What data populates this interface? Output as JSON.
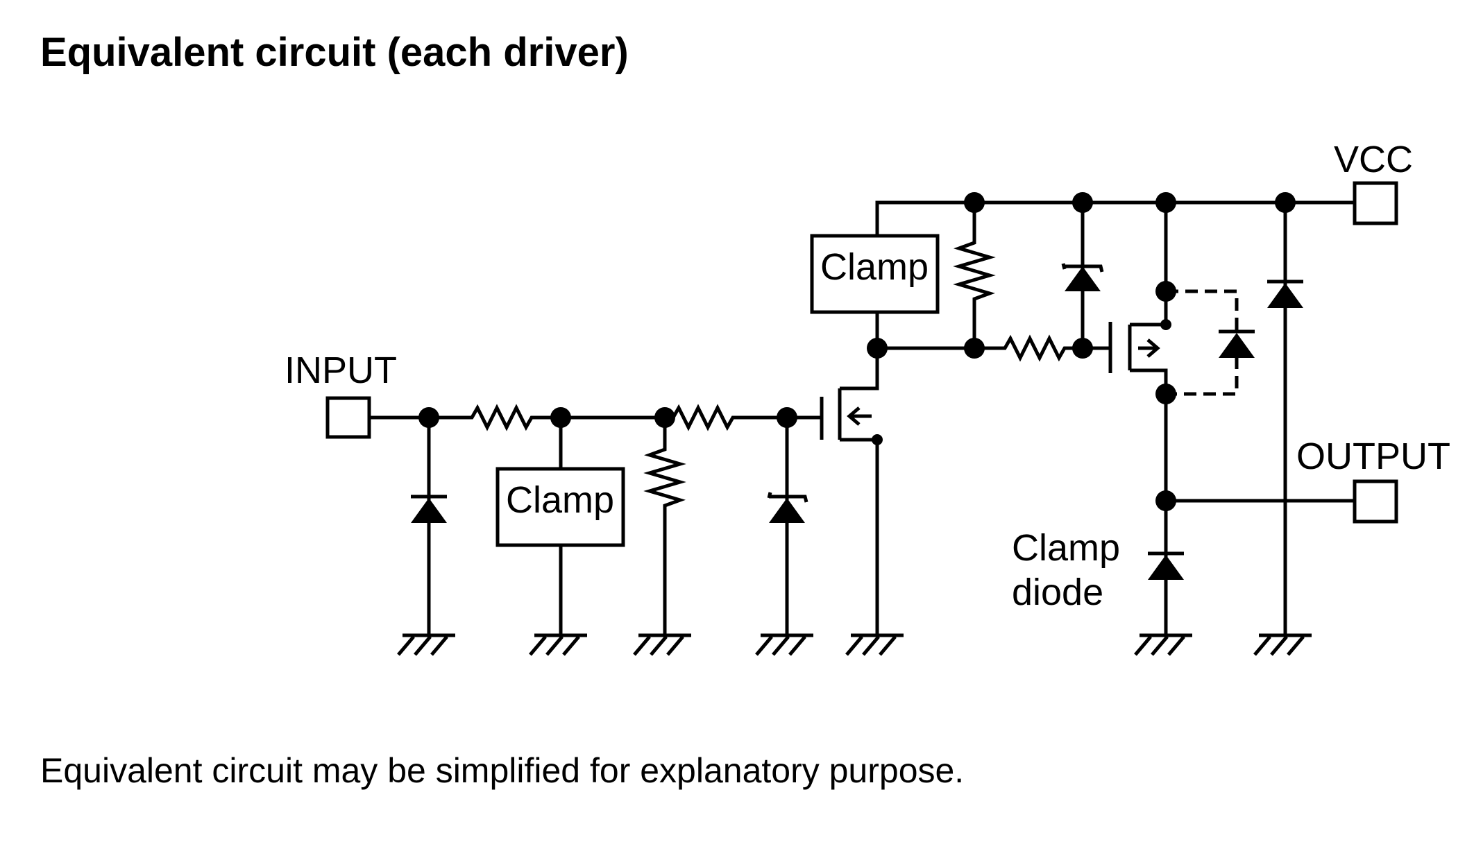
{
  "title": "Equivalent circuit (each driver)",
  "note": "Equivalent circuit may be simplified for explanatory purpose.",
  "labels": {
    "input": "INPUT",
    "vcc": "VCC",
    "output": "OUTPUT",
    "clamp_input": "Clamp",
    "clamp_gate": "Clamp",
    "clamp_diode_line1": "Clamp",
    "clamp_diode_line2": "diode"
  }
}
